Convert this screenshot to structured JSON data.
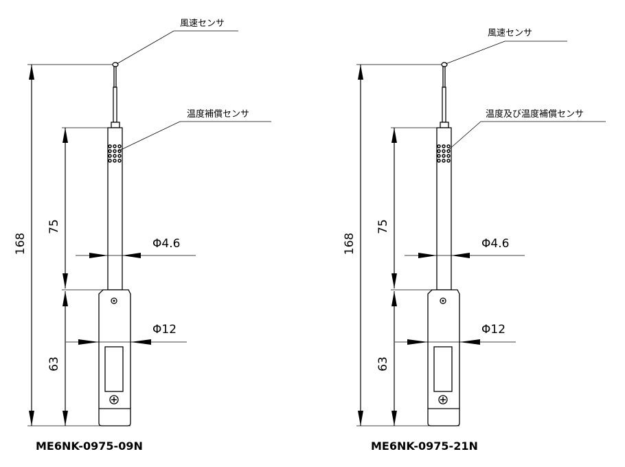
{
  "drawings": [
    {
      "model": "ME6NK-0975-09N",
      "label_top": "風速センサ",
      "label_mid": "温度補償センサ",
      "dim_total": "168",
      "dim_upper": "75",
      "dim_lower": "63",
      "dia_tube": "Φ4.6",
      "dia_handle": "Φ12"
    },
    {
      "model": "ME6NK-0975-21N",
      "label_top": "風速センサ",
      "label_mid": "温度及び温度補償センサ",
      "dim_total": "168",
      "dim_upper": "75",
      "dim_lower": "63",
      "dia_tube": "Φ4.6",
      "dia_handle": "Φ12"
    }
  ]
}
